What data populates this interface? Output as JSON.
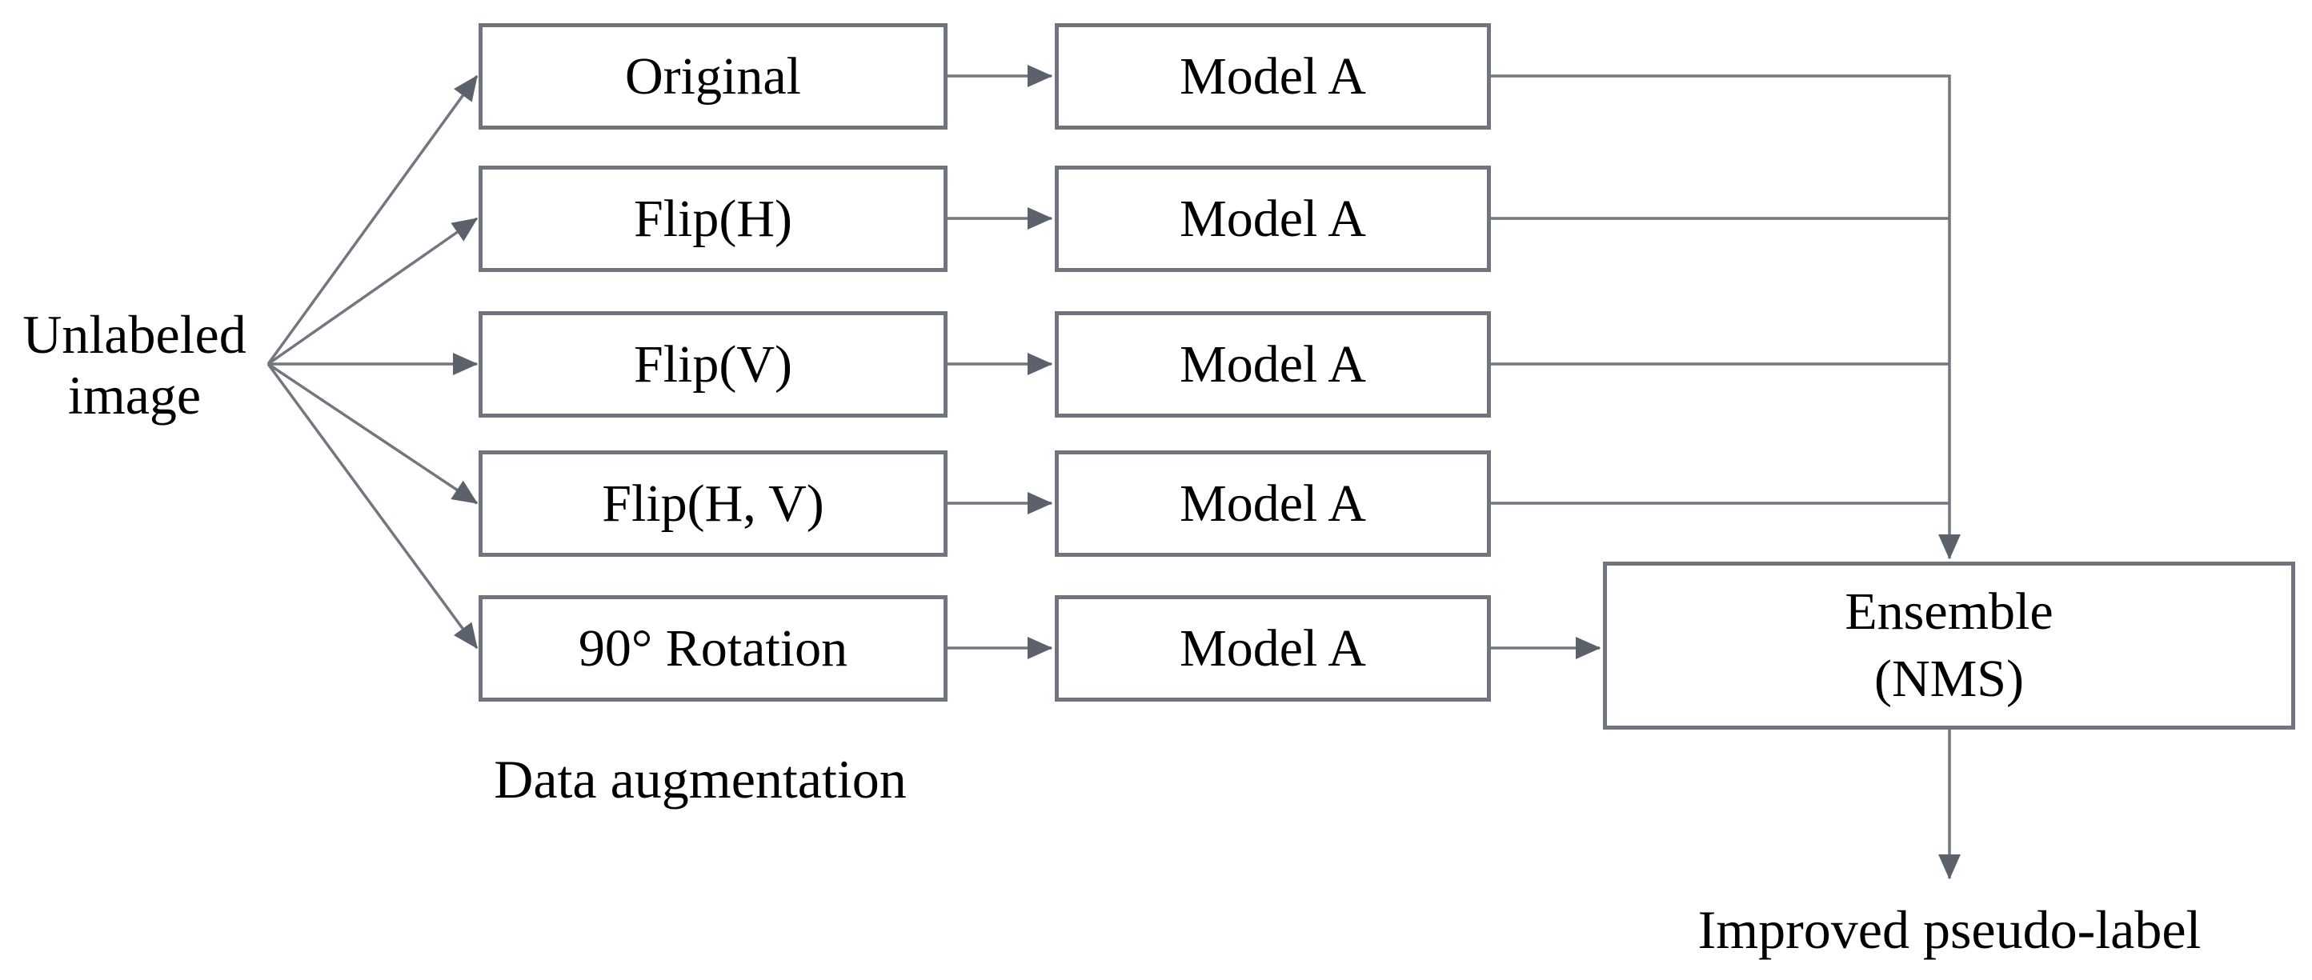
{
  "figure": {
    "background": "#ffffff",
    "colors": {
      "line": "#71767f",
      "arrowhead": "#5c626c",
      "box_border": "#6f747d",
      "box_fill": "#ffffff",
      "text": "#000000"
    },
    "input_label": {
      "line1": "Unlabeled",
      "line2": "image"
    },
    "augmentations": [
      {
        "label": "Original"
      },
      {
        "label": "Flip(H)"
      },
      {
        "label": "Flip(V)"
      },
      {
        "label": "Flip(H, V)"
      },
      {
        "label": "90° Rotation"
      }
    ],
    "models": [
      {
        "label": "Model A"
      },
      {
        "label": "Model A"
      },
      {
        "label": "Model A"
      },
      {
        "label": "Model A"
      },
      {
        "label": "Model A"
      }
    ],
    "stage_label": "Data augmentation",
    "ensemble": {
      "line1": "Ensemble",
      "line2": "(NMS)"
    },
    "output_label": "Improved pseudo-label"
  }
}
